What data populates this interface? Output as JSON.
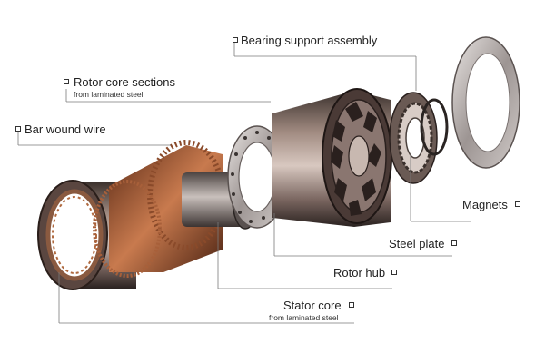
{
  "labels": {
    "bearing": "Bearing support assembly",
    "rotor_core": "Rotor core sections",
    "rotor_core_sub": "from laminated steel",
    "bar_wound": "Bar wound wire",
    "magnets": "Magnets",
    "steel_plate": "Steel plate",
    "rotor_hub": "Rotor hub",
    "stator_core": "Stator core",
    "stator_core_sub": "from laminated steel"
  }
}
